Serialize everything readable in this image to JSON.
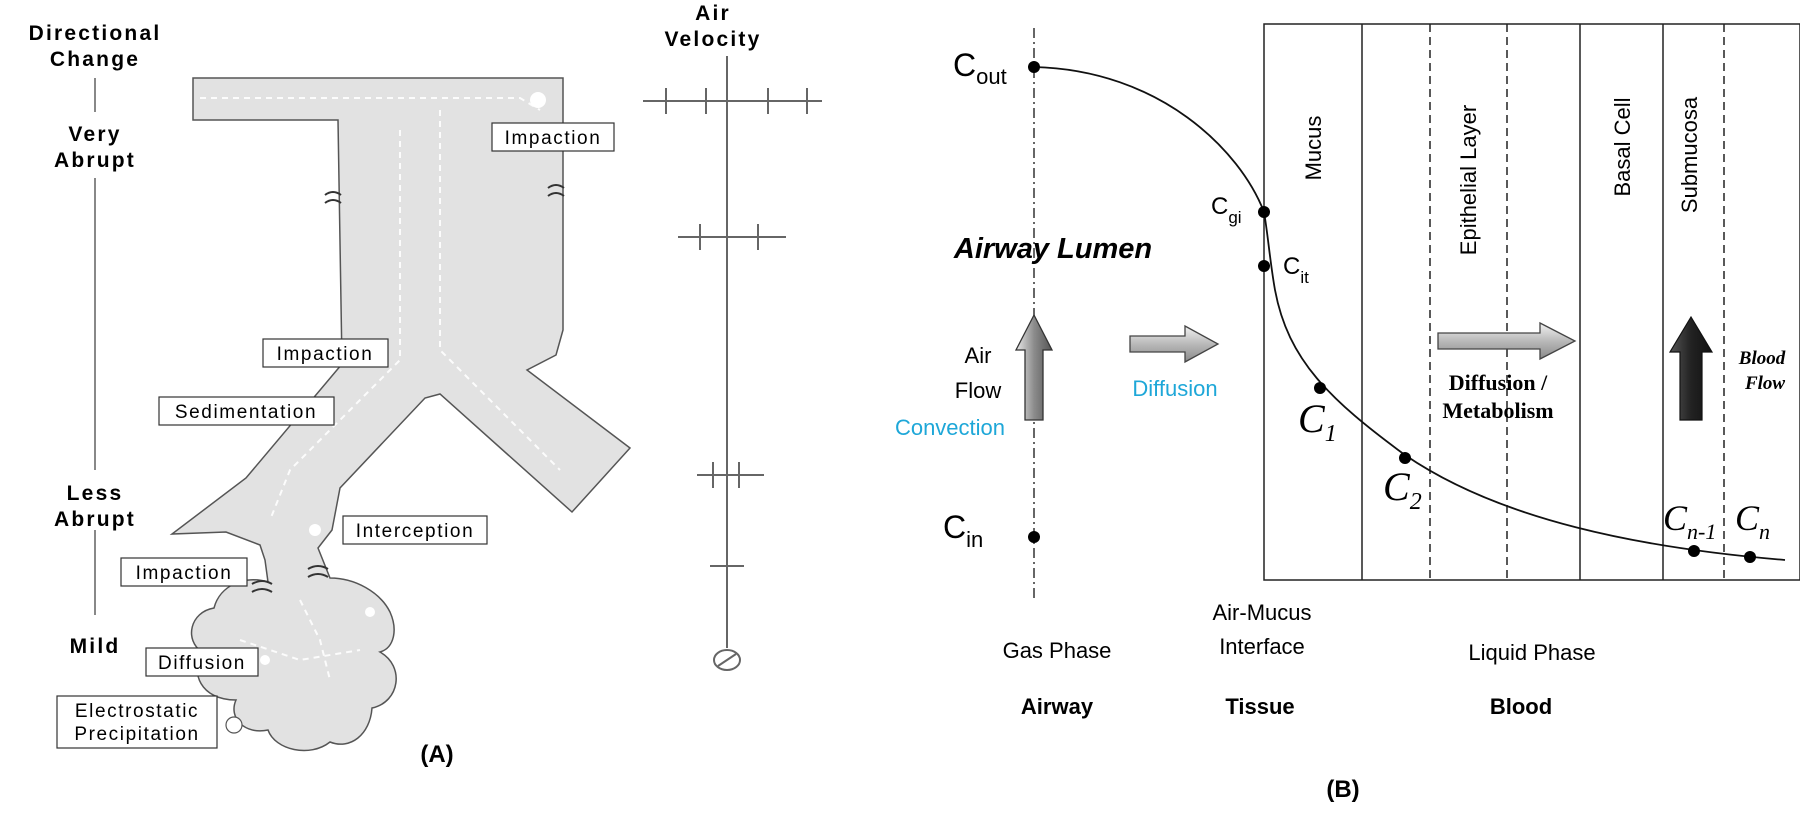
{
  "panel_a": {
    "caption": "(A)",
    "col_header_left": [
      "Directional",
      "Change"
    ],
    "col_header_right": [
      "Air",
      "Velocity"
    ],
    "scale_labels": {
      "very_abrupt": [
        "Very",
        "Abrupt"
      ],
      "less_abrupt": [
        "Less",
        "Abrupt"
      ],
      "mild": "Mild"
    },
    "mechanisms": {
      "impaction_top": "Impaction",
      "impaction_mid": "Impaction",
      "sedimentation": "Sedimentation",
      "interception": "Interception",
      "impaction_low": "Impaction",
      "diffusion": "Diffusion",
      "electrostatic": [
        "Electrostatic",
        "Precipitation"
      ]
    }
  },
  "panel_b": {
    "caption": "(B)",
    "lumen_label": "Airway Lumen",
    "air_flow": [
      "Air",
      "Flow"
    ],
    "convection": "Convection",
    "diffusion": "Diffusion",
    "diffusion_metabolism": [
      "Diffusion /",
      "Metabolism"
    ],
    "blood_flow": [
      "Blood",
      "Flow"
    ],
    "layers": [
      "Mucus",
      "Epithelial Layer",
      "Basal Cell",
      "Submucosa"
    ],
    "points": {
      "c_out": {
        "base": "C",
        "sub": "out"
      },
      "c_gi": {
        "base": "C",
        "sub": "gi"
      },
      "c_it": {
        "base": "C",
        "sub": "it"
      },
      "c_in": {
        "base": "C",
        "sub": "in"
      },
      "c_1": {
        "base": "C",
        "sub": "1"
      },
      "c_2": {
        "base": "C",
        "sub": "2"
      },
      "c_n1": {
        "base": "C",
        "sub": "n-1"
      },
      "c_n": {
        "base": "C",
        "sub": "n"
      }
    },
    "phases": {
      "gas": "Gas Phase",
      "interface": [
        "Air-Mucus",
        "Interface"
      ],
      "liquid": "Liquid Phase"
    },
    "compartments": {
      "airway": "Airway",
      "tissue": "Tissue",
      "blood": "Blood"
    },
    "colors": {
      "accent": "#1ea7d8",
      "airway_fill": "#e2e2e2"
    }
  }
}
